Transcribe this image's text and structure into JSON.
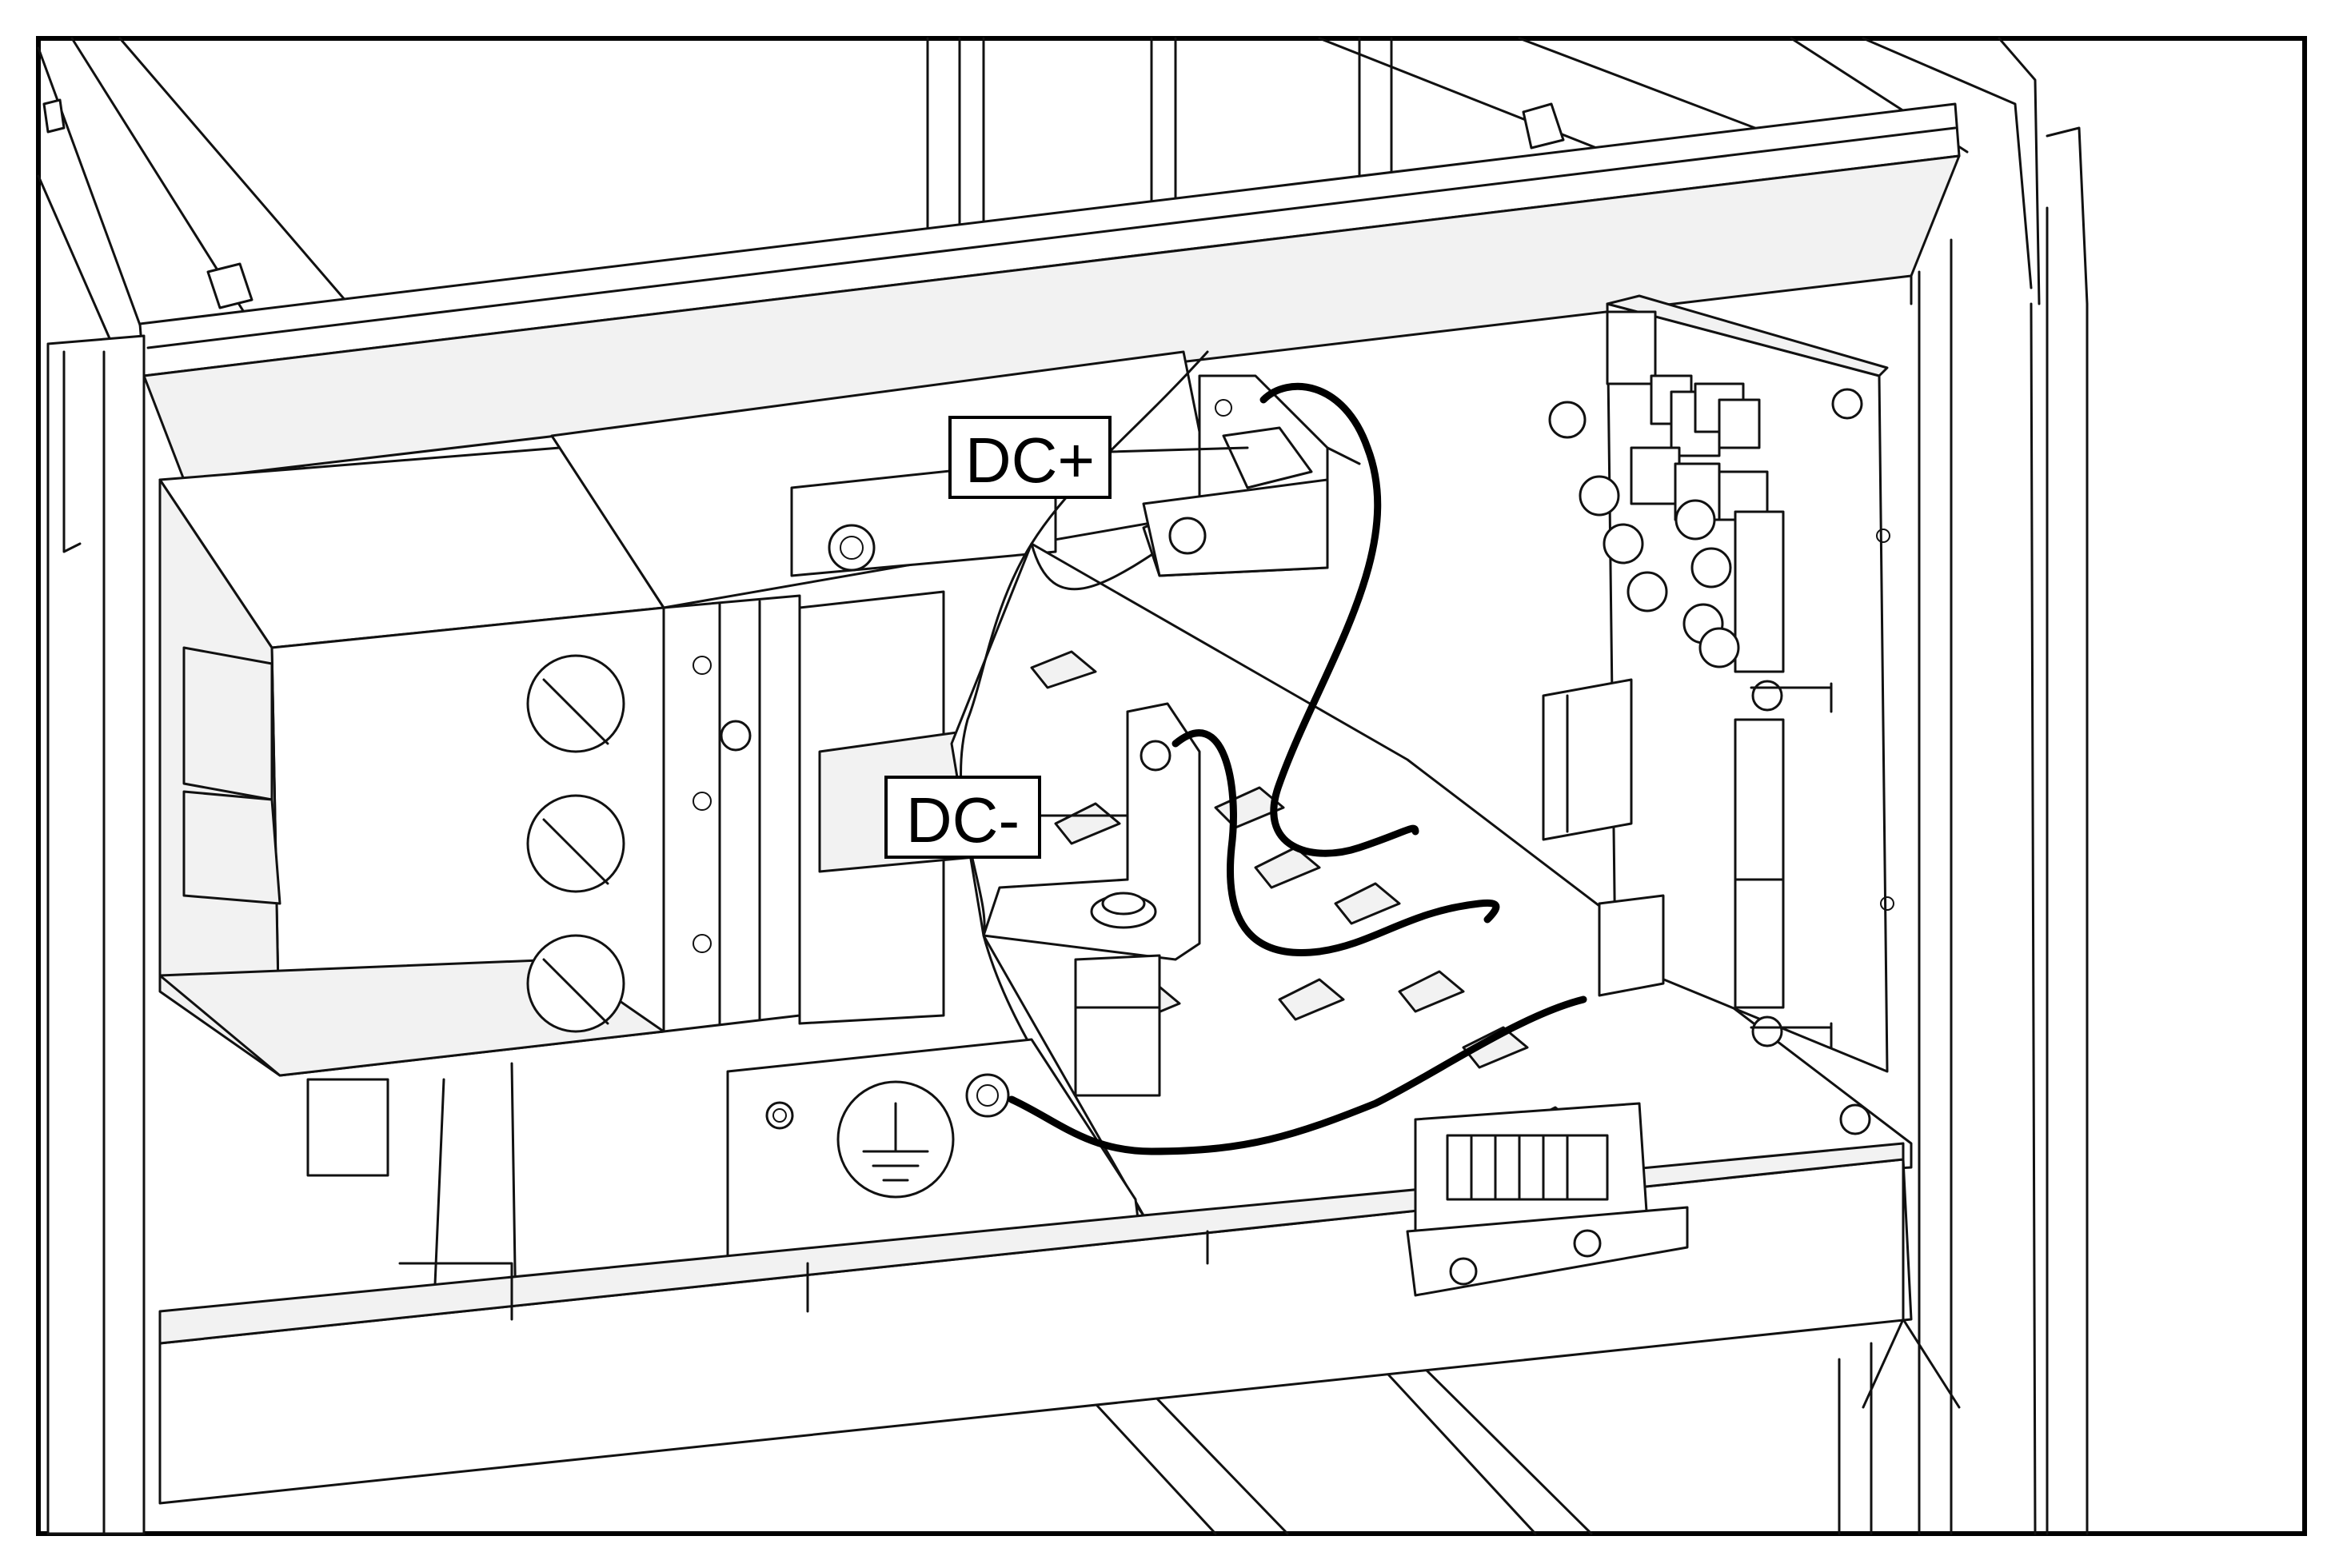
{
  "labels": {
    "dc_plus": "DC+",
    "dc_minus": "DC-"
  },
  "icons": {
    "ground": "protective-earth-ground-symbol"
  },
  "colors": {
    "line": "#111111",
    "background": "#ffffff"
  }
}
